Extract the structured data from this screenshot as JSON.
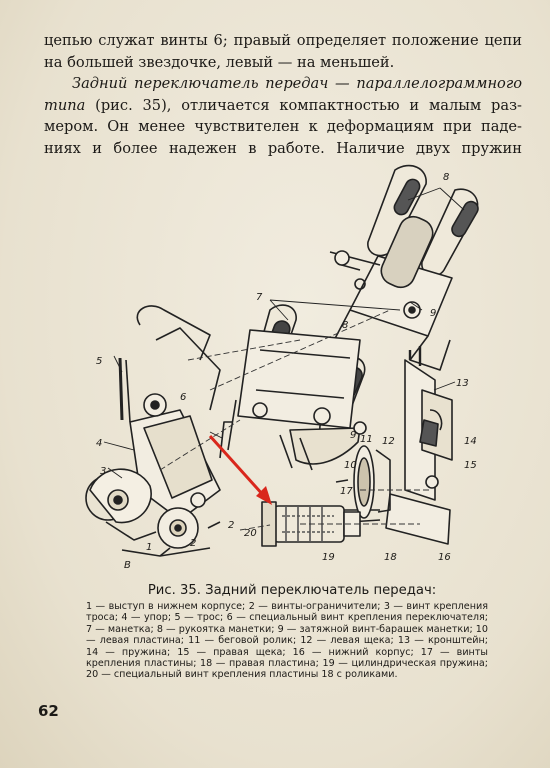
{
  "body_text": {
    "line1": "цепью служат винты 6; правый определяет положение цепи",
    "line2": "на большей звездочке, левый — на меньшей.",
    "line3_italic": "Задний переключатель передач — параллелограммного",
    "line4_italic": "типа",
    "line4_rest": " (рис. 35), отличается компактностью и малым раз-",
    "line5": "мером. Он менее чувствителен к деформациям при паде-",
    "line6": "ниях и более надежен в работе. Наличие двух пружин"
  },
  "figure": {
    "labels": {
      "l1": "1",
      "l2": "2",
      "l2b": "2",
      "l3": "3",
      "l4": "4",
      "l5": "5",
      "l6": "6",
      "l7": "7",
      "l8a": "8",
      "l8b": "8",
      "l9a": "9",
      "l9b": "9",
      "l10": "10",
      "l11": "11",
      "l12": "12",
      "l13": "13",
      "l14": "14",
      "l15": "15",
      "l16": "16",
      "l17": "17",
      "l18": "18",
      "l19": "19",
      "l20": "20",
      "lB": "В"
    },
    "arrow_color": "#d9271c"
  },
  "caption": "Рис. 35. Задний переключатель передач:",
  "legend": "1 — выступ в нижнем корпусе; 2 — винты-ограничители; 3 — винт крепления троса; 4 — упор; 5 — трос; 6 — специальный винт крепления переключателя; 7 — манетка; 8 — рукоятка манетки; 9 — затяжной винт-барашек манетки; 10 — левая пластина; 11 — беговой ролик; 12 — левая щека; 13 — кронштейн; 14 — пружина; 15 — правая щека; 16 — нижний корпус; 17 — винты крепления пластины; 18 — правая пластина; 19 — цилиндрическая пружина; 20 — специальный винт крепления пластины 18 с роликами.",
  "page_number": "62"
}
